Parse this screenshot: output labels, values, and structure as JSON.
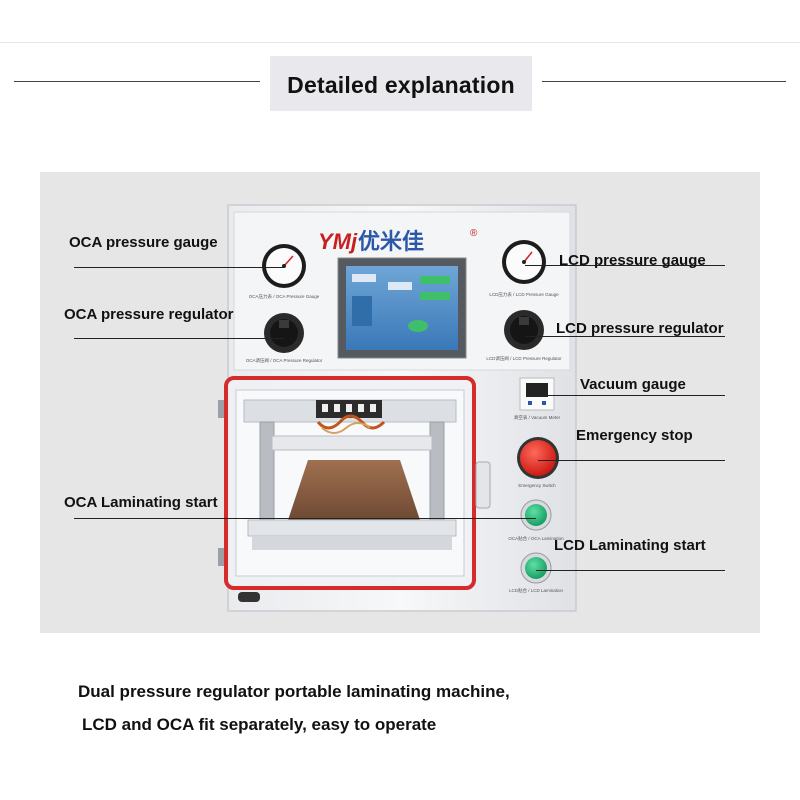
{
  "header": {
    "title": "Detailed explanation"
  },
  "machine": {
    "brand_logo": "YMj",
    "brand_name": "优米佳",
    "registered_mark": "®",
    "oca_gauge_caption": "OCA压力表 / OCA Pressure Gauge",
    "oca_regulator_caption": "OCA调压阀 / OCA Pressure Regulator",
    "lcd_gauge_caption": "LCD压力表 / LCD Pressure Gauge",
    "lcd_regulator_caption": "LCD调压阀 / LCD Pressure Regulator",
    "vacuum_meter_caption": "真空表 / Vacuum Meter",
    "emergency_caption": "Emergency Switch",
    "oca_button_caption": "OCA贴合 / OCA Lamination",
    "lcd_button_caption": "LCD贴合 / LCD Lamination"
  },
  "callouts": {
    "oca_pressure_gauge": "OCA pressure gauge",
    "oca_pressure_regulator": "OCA pressure regulator",
    "oca_laminating_start": "OCA  Laminating start",
    "lcd_pressure_gauge": "LCD pressure gauge",
    "lcd_pressure_regulator": "LCD pressure regulator",
    "vacuum_gauge": "Vacuum gauge",
    "emergency_stop": "Emergency stop",
    "lcd_laminating_start": "LCD Laminating start"
  },
  "caption": {
    "line1": "Dual pressure regulator portable laminating machine,",
    "line2": "LCD and OCA fit separately, easy to operate"
  }
}
